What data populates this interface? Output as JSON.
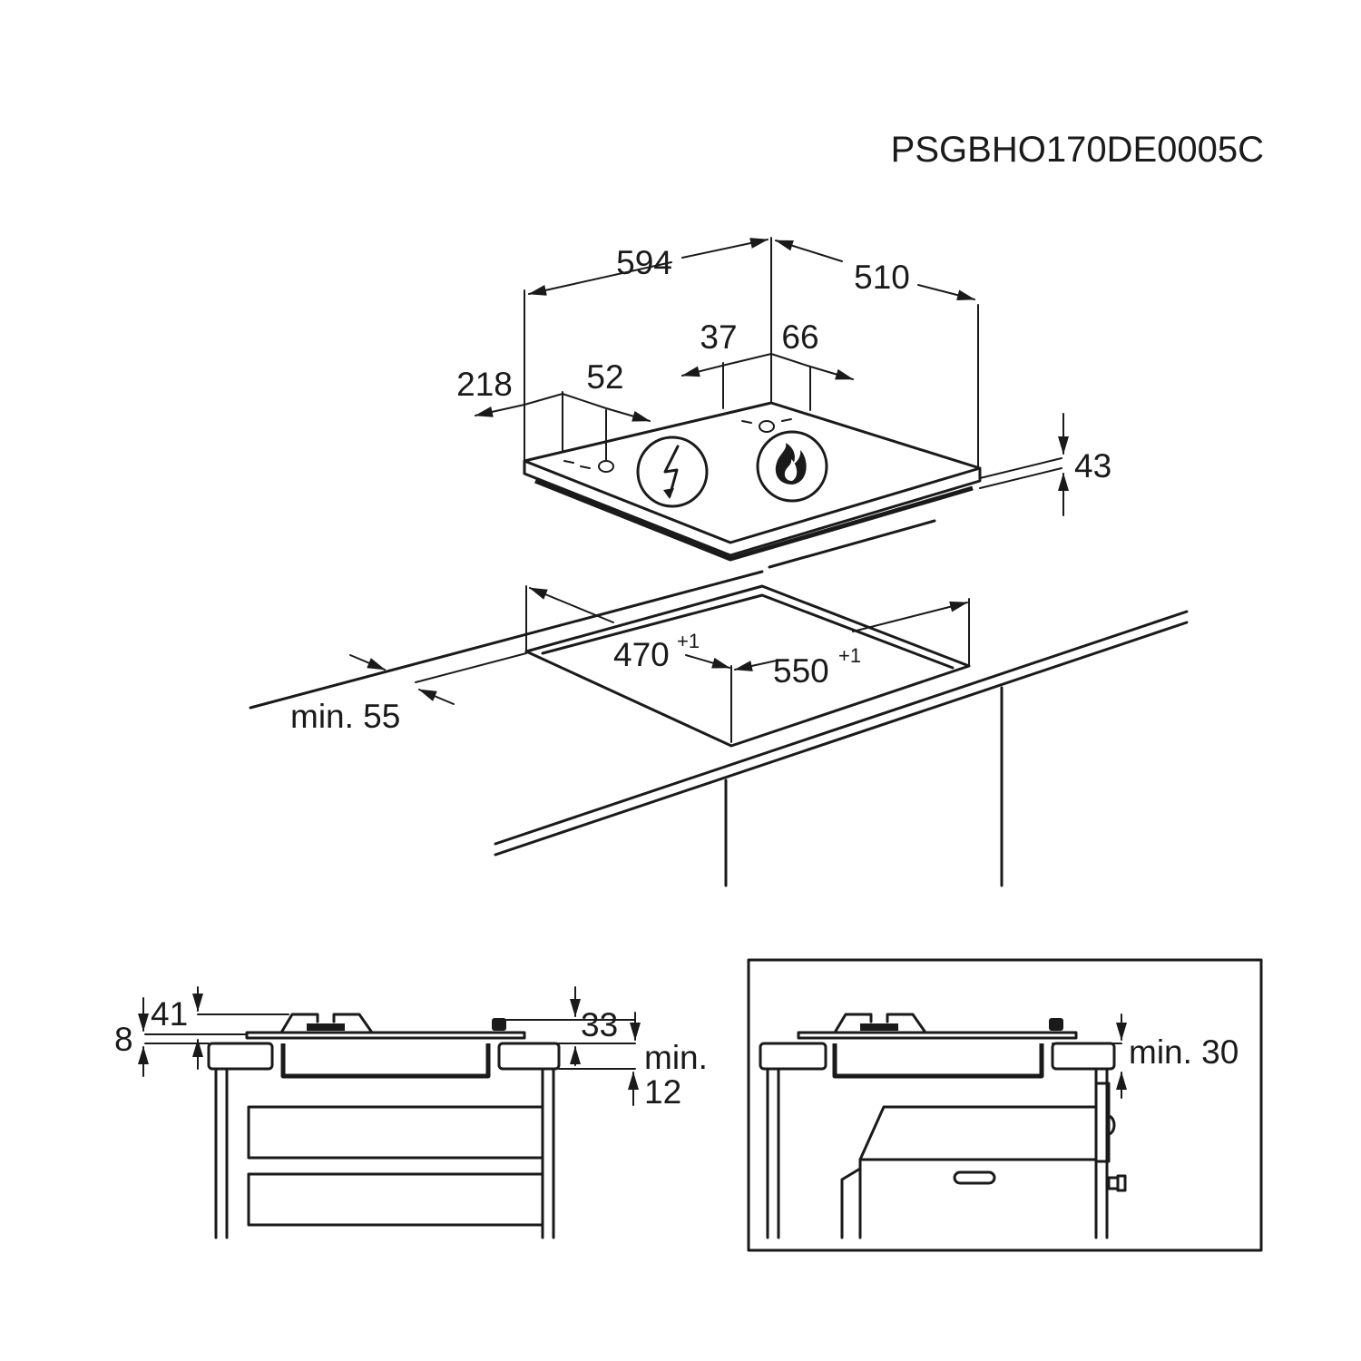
{
  "document_code": "PSGBHO170DE0005C",
  "dimensions": {
    "width_594": "594",
    "depth_510": "510",
    "offset_37": "37",
    "offset_66": "66",
    "offset_218": "218",
    "offset_52": "52",
    "height_43": "43",
    "cutout_470": "470",
    "cutout_470_tol": "+1",
    "cutout_550": "550",
    "cutout_550_tol": "+1",
    "min_55": "min. 55",
    "side_8": "8",
    "side_41": "41",
    "side_33": "33",
    "side_min": "min.",
    "side_12": "12",
    "oven_min_30": "min. 30"
  },
  "icons": {
    "electric": "lightning-icon",
    "gas": "flame-icon"
  }
}
